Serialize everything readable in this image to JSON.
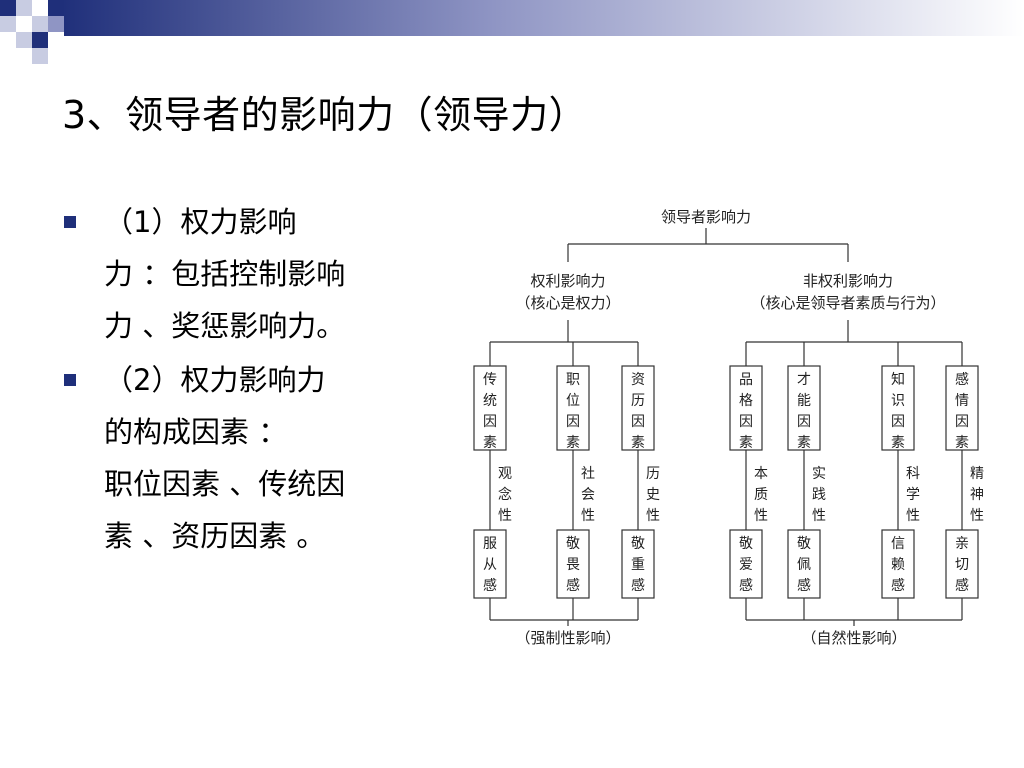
{
  "slide": {
    "title": "3、领导者的影响力（领导力）",
    "bullets": [
      {
        "lines": [
          "（1）权力影响",
          "力 ：包括控制影响",
          "力 、奖惩影响力。"
        ]
      },
      {
        "lines": [
          "（2）权力影响力",
          "的构成因素 ：",
          "职位因素 、传统因",
          "素 、资历因素 。"
        ]
      }
    ]
  },
  "diagram": {
    "root": "领导者影响力",
    "left_branch": {
      "label": "权利影响力",
      "sublabel": "（核心是权力）"
    },
    "right_branch": {
      "label": "非权利影响力",
      "sublabel": "（核心是领导者素质与行为）"
    },
    "left_factors": [
      {
        "factor": "传统因素",
        "quality": "观念性",
        "feeling": "服从感"
      },
      {
        "factor": "职位因素",
        "quality": "社会性",
        "feeling": "敬畏感"
      },
      {
        "factor": "资历因素",
        "quality": "历史性",
        "feeling": "敬重感"
      }
    ],
    "right_factors": [
      {
        "factor": "品格因素",
        "quality": "本质性",
        "feeling": "敬爱感"
      },
      {
        "factor": "才能因素",
        "quality": "实践性",
        "feeling": "敬佩感"
      },
      {
        "factor": "知识因素",
        "quality": "科学性",
        "feeling": "信赖感"
      },
      {
        "factor": "感情因素",
        "quality": "精神性",
        "feeling": "亲切感"
      }
    ],
    "left_result": "（强制性影响）",
    "right_result": "（自然性影响）"
  },
  "theme": {
    "accent": "#1f2f7a",
    "band_light": "#c8cce2",
    "band_mid": "#8f95c4"
  }
}
